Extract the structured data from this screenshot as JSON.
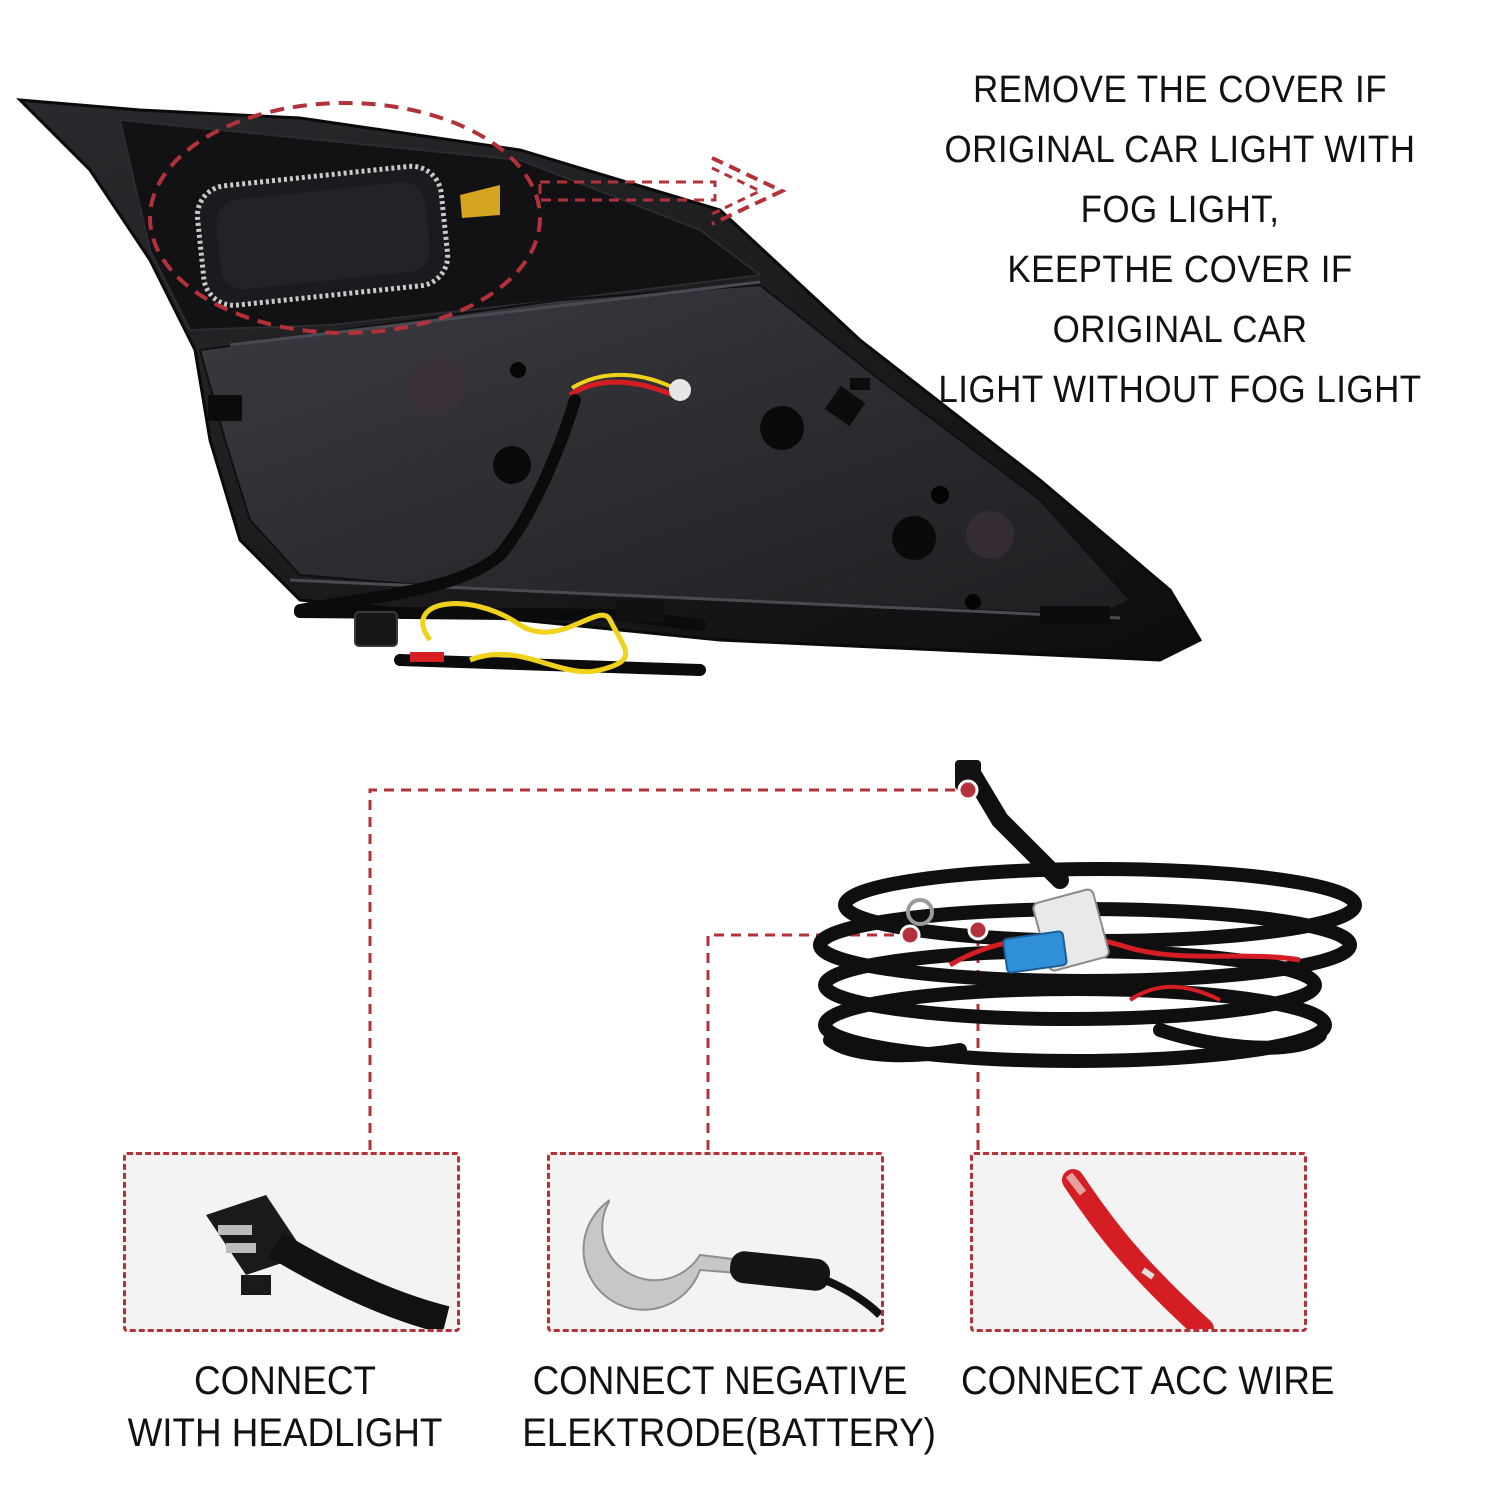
{
  "instructions": {
    "lines": [
      "REMOVE THE COVER IF",
      "ORIGINAL CAR LIGHT WITH",
      " FOG LIGHT,",
      "KEEPTHE COVER IF",
      "ORIGINAL CAR",
      "LIGHT WITHOUT FOG LIGHT"
    ]
  },
  "steps": [
    {
      "lines": [
        "CONNECT",
        "WITH HEADLIGHT"
      ]
    },
    {
      "lines": [
        "CONNECT NEGATIVE",
        "ELEKTRODE(BATTERY)"
      ]
    },
    {
      "lines": [
        "CONNECT ACC WIRE"
      ]
    }
  ],
  "colors": {
    "accent": "#b3323a",
    "housing": "#1c1c1e",
    "harness": "#0f0f10",
    "fuse": "#2f8fd8",
    "wire_red": "#d51d24",
    "wire_yellow": "#f1d21b"
  }
}
